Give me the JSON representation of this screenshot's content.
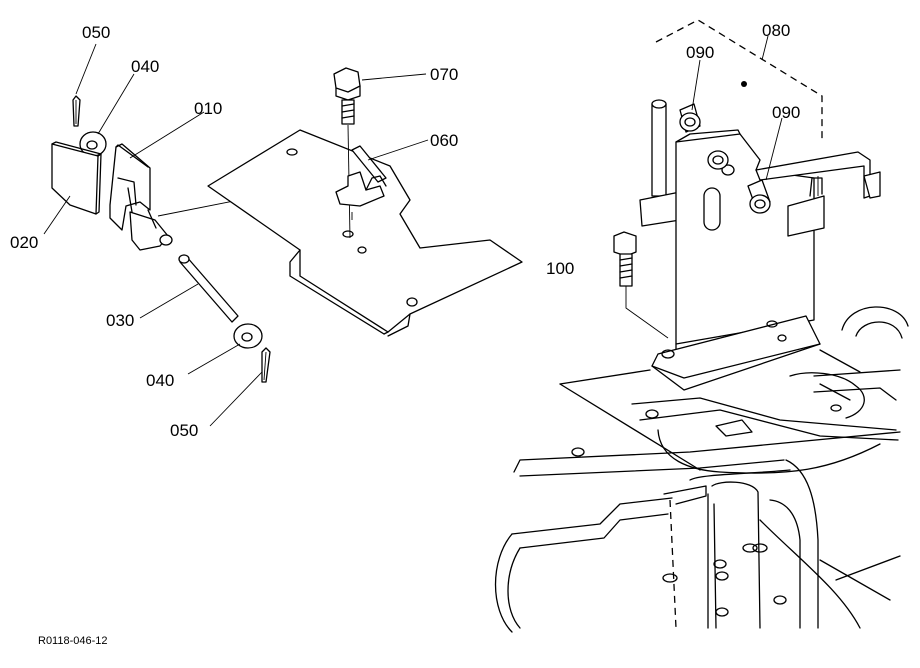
{
  "labels": {
    "p010": "010",
    "p020": "020",
    "p030": "030",
    "p040_top": "040",
    "p040_bottom": "040",
    "p050_top": "050",
    "p050_bottom": "050",
    "p060": "060",
    "p070": "070",
    "p080": "080",
    "p090_left": "090",
    "p090_right": "090",
    "p100": "100"
  },
  "drawing_number": "R0118-046-12"
}
